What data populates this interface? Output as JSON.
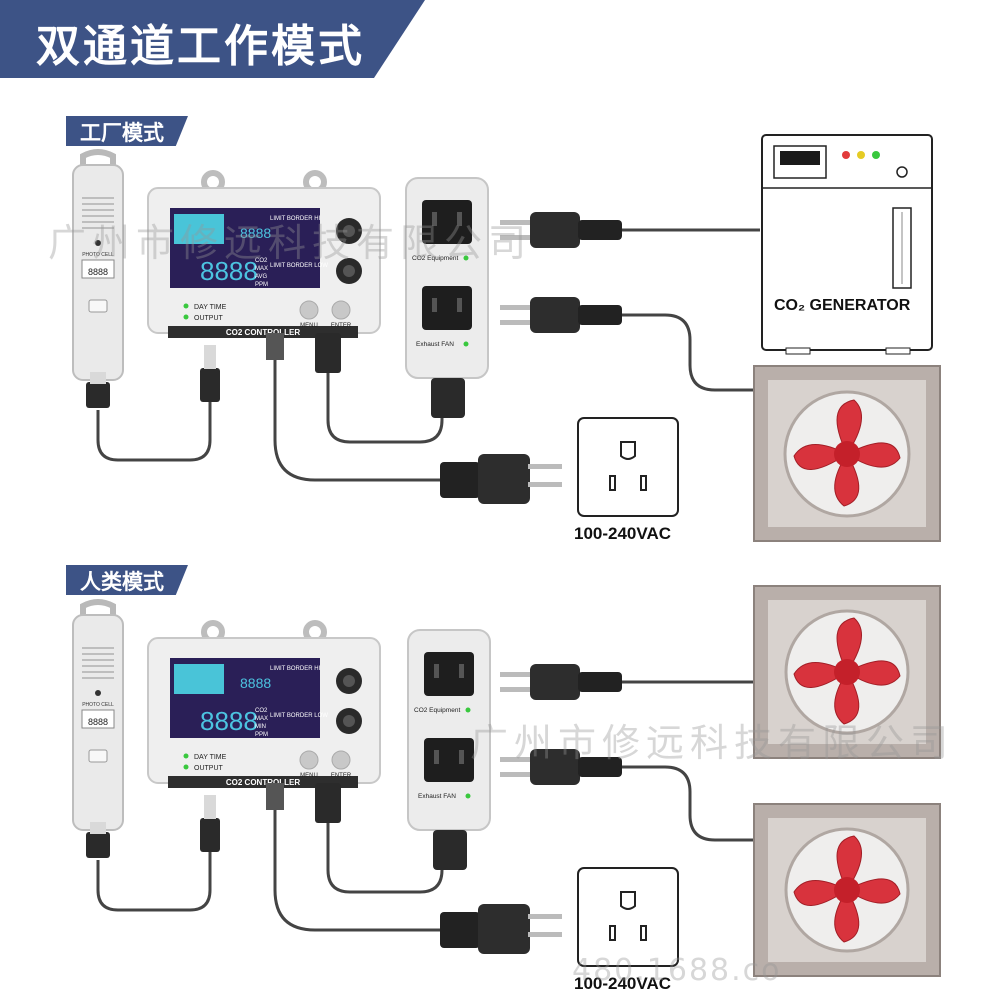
{
  "title": "双通道工作模式",
  "sections": {
    "factory": {
      "label": "工厂模式"
    },
    "human": {
      "label": "人类模式"
    }
  },
  "controller": {
    "name": "CO2 CONTROLLER",
    "day_time": "DAY TIME",
    "output": "OUTPUT",
    "menu": "MENU",
    "enter": "ENTER",
    "limit_hi": "LIMIT BORDER HI",
    "limit_low": "LIMIT BORDER LOW",
    "digits": "8888",
    "co2": "CO2",
    "max": "MAX",
    "min": "MIN",
    "avg": "AVG",
    "ppm": "PPM"
  },
  "sensor": {
    "label": "PHOTO CELL"
  },
  "socket_box": {
    "outlet1": "CO2 Equipment",
    "outlet2": "Exhaust FAN"
  },
  "co2_generator": {
    "label": "CO₂ GENERATOR"
  },
  "wall_outlet": {
    "voltage": "100-240VAC"
  },
  "watermark": {
    "line1": "广州市修远科技有限公司",
    "line2": "广州市修远科技有限公司",
    "line3": "480.1688.co"
  },
  "colors": {
    "banner": "#3d5386",
    "fan_blade": "#d8333d",
    "led_green": "#39c83e",
    "screen": "#2a1f57"
  }
}
